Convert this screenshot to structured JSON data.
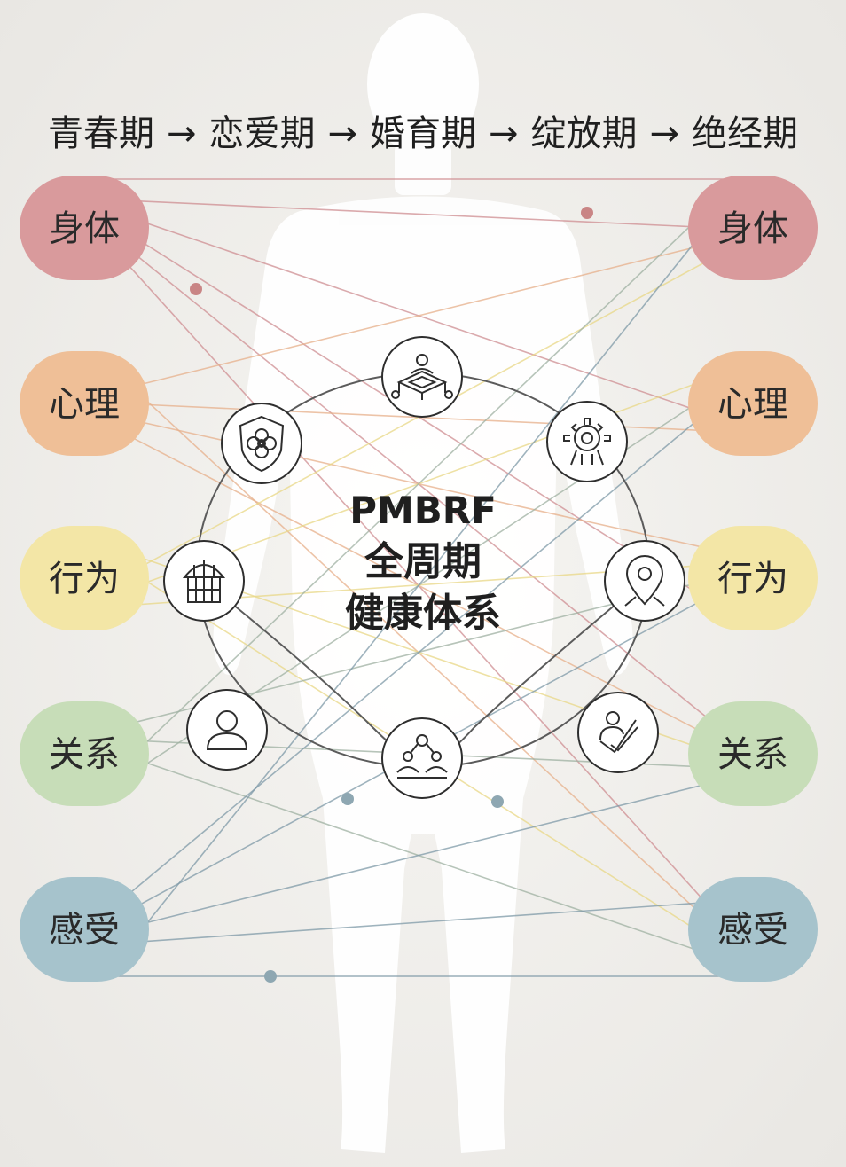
{
  "title": {
    "stages": [
      "青春期",
      "恋爱期",
      "婚育期",
      "绽放期",
      "绝经期"
    ],
    "arrow": "→"
  },
  "center": {
    "line1": "PMBRF",
    "line2": "全周期",
    "line3": "健康体系"
  },
  "dimensions": [
    {
      "label": "身体",
      "color": "#d99a9c"
    },
    {
      "label": "心理",
      "color": "#efbf97"
    },
    {
      "label": "行为",
      "color": "#f3e6a6"
    },
    {
      "label": "关系",
      "color": "#c7ddb8"
    },
    {
      "label": "感受",
      "color": "#a6c3cc"
    }
  ],
  "icons": [
    {
      "name": "shield-flower-icon"
    },
    {
      "name": "balance-figure-icon"
    },
    {
      "name": "gear-figure-icon"
    },
    {
      "name": "location-pin-icon"
    },
    {
      "name": "heart-check-icon"
    },
    {
      "name": "group-network-icon"
    },
    {
      "name": "person-icon"
    },
    {
      "name": "cage-icon"
    }
  ]
}
